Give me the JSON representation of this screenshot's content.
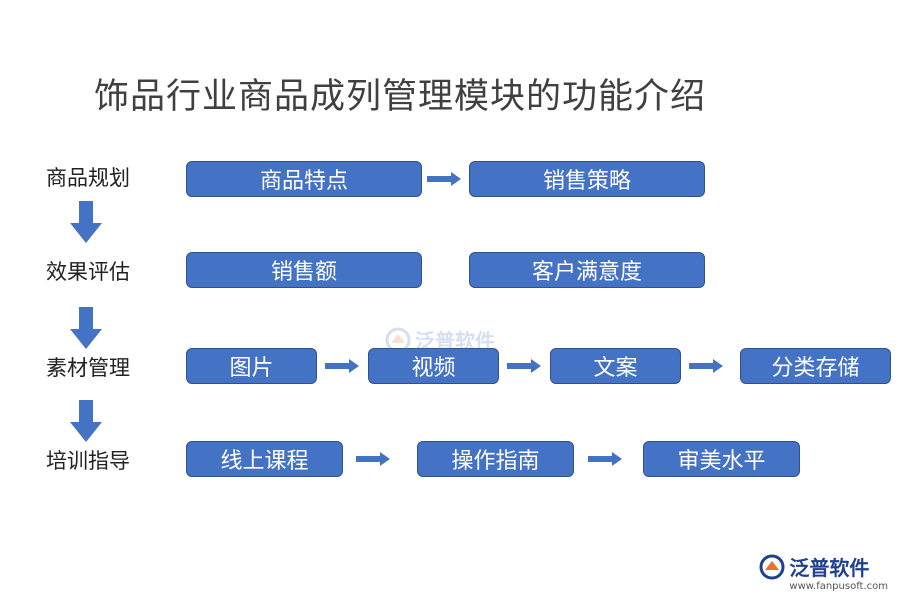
{
  "title": "饰品行业商品成列管理模块的功能介绍",
  "colors": {
    "box_fill": "#4472c4",
    "box_border": "#2f528f",
    "arrow": "#4472c4"
  },
  "rows": [
    {
      "label": "商品规划",
      "boxes": [
        "商品特点",
        "销售策略"
      ]
    },
    {
      "label": "效果评估",
      "boxes": [
        "销售额",
        "客户满意度"
      ]
    },
    {
      "label": "素材管理",
      "boxes": [
        "图片",
        "视频",
        "文案",
        "分类存储"
      ]
    },
    {
      "label": "培训指导",
      "boxes": [
        "线上课程",
        "操作指南",
        "审美水平"
      ]
    }
  ],
  "watermark": {
    "text": "泛普软件"
  },
  "logo": {
    "name": "泛普软件",
    "url": "www.fanpusoft.com"
  }
}
